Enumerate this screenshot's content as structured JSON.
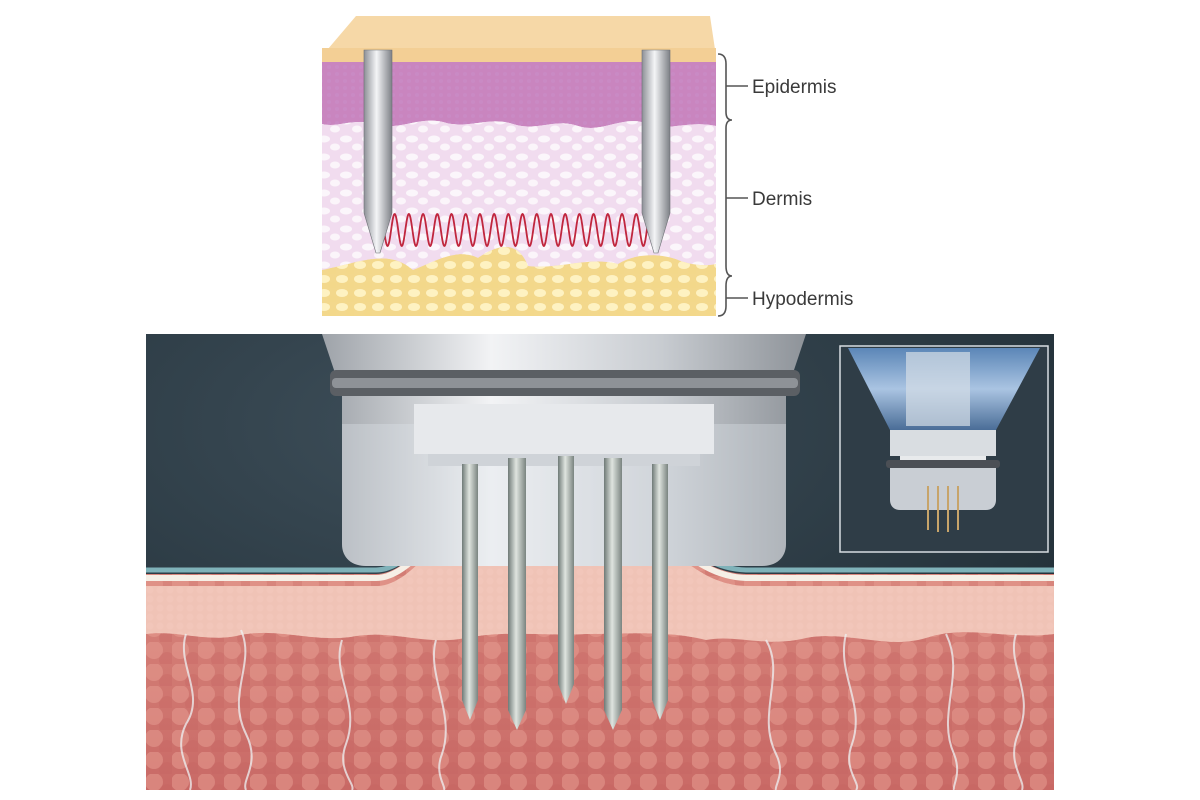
{
  "top_diagram": {
    "layers": [
      {
        "label": "Epidermis"
      },
      {
        "label": "Dermis"
      },
      {
        "label": "Hypodermis"
      }
    ],
    "needle_count": 2,
    "rf_wave_color": "#c0263d"
  },
  "bottom_render": {
    "needle_count": 5,
    "inset_needle_count": 4,
    "colors": {
      "background": "#263640",
      "tissue": "#d9857d",
      "epidermis_band": "#f0d7c8",
      "metal": "#c9ccd0"
    }
  }
}
